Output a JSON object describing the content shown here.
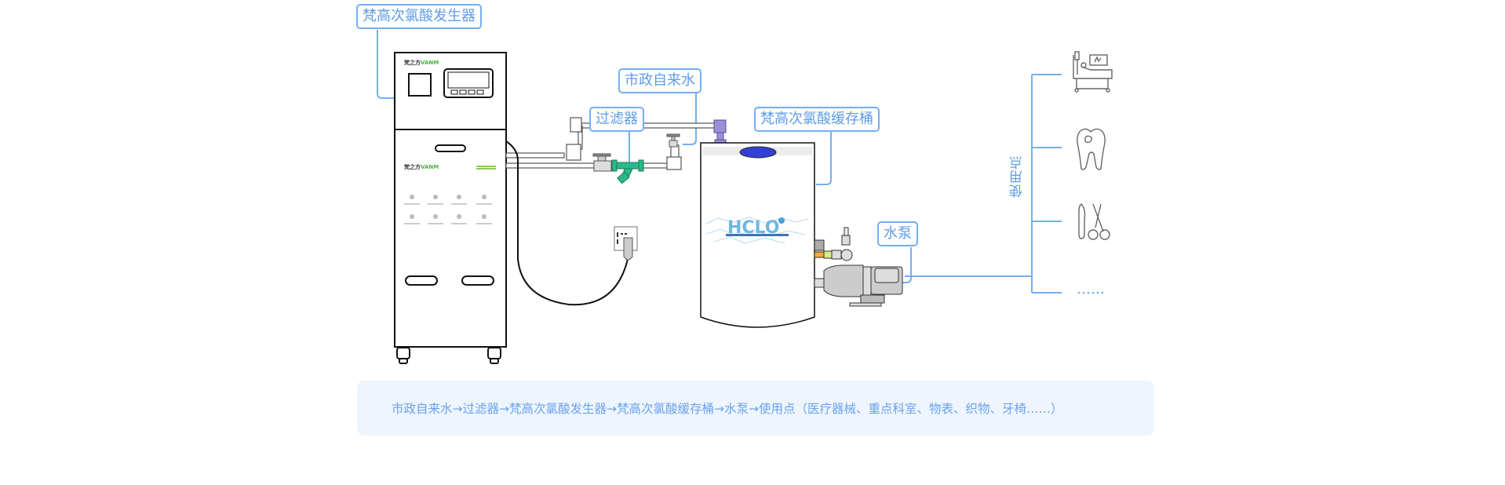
{
  "labels": {
    "generator": "梵高次氯酸发生器",
    "municipal_water": "市政自来水",
    "filter": "过滤器",
    "buffer_tank": "梵高次氯酸缓存桶",
    "pump": "水泵",
    "use_points": "使用点",
    "more": "……"
  },
  "brand": {
    "logo_cn": "梵之方",
    "logo_en": "VANM",
    "tank_logo": "HCLO"
  },
  "use_point_icons": [
    "hospital-bed-icon",
    "tooth-icon",
    "surgical-tools-icon",
    "ellipsis-icon"
  ],
  "flow": {
    "text": "市政自来水→过滤器→梵高次氯酸发生器→梵高次氯酸缓存桶→水泵→使用点（医疗器械、重点科室、物表、织物、牙椅……）"
  },
  "colors": {
    "accent": "#75aef1",
    "accent_text": "#5e9ce9",
    "flow_bg": "#eef5fe",
    "filter_green": "#2bb88a",
    "inlet_purple": "#9b8fd6",
    "cap_blue": "#3340d6",
    "brand_green": "#48b83a"
  }
}
